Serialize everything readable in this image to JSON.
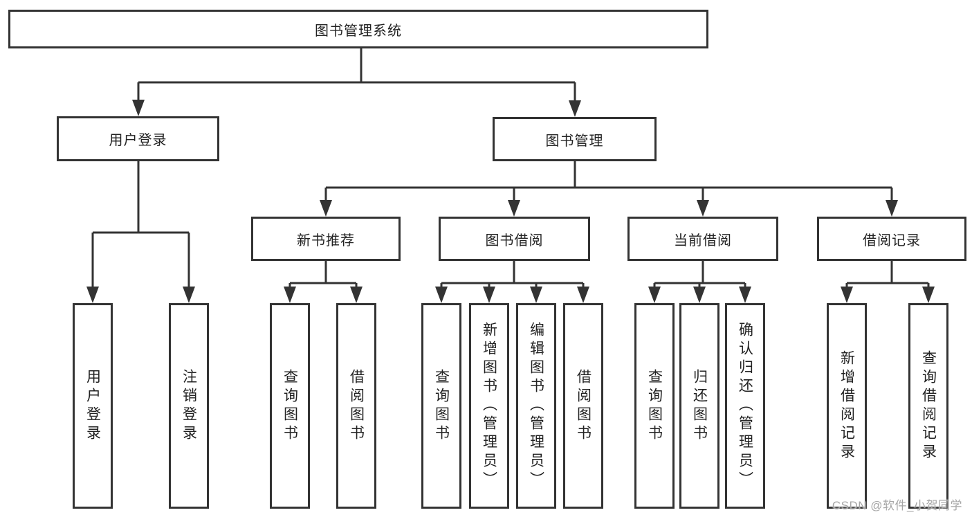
{
  "diagram": {
    "type": "hierarchy-tree",
    "colors": {
      "line": "#333333",
      "box_border": "#333333",
      "box_fill": "#ffffff",
      "text": "#222222",
      "watermark": "#a6a6a6",
      "background": "#ffffff"
    },
    "root": {
      "label": "图书管理系统"
    },
    "level1": [
      {
        "label": "用户登录",
        "parent": "图书管理系统"
      },
      {
        "label": "图书管理",
        "parent": "图书管理系统"
      }
    ],
    "level2": [
      {
        "label": "新书推荐",
        "parent": "图书管理"
      },
      {
        "label": "图书借阅",
        "parent": "图书管理"
      },
      {
        "label": "当前借阅",
        "parent": "图书管理"
      },
      {
        "label": "借阅记录",
        "parent": "图书管理"
      }
    ],
    "leaves": [
      {
        "label": "用户登录",
        "parent": "用户登录"
      },
      {
        "label": "注销登录",
        "parent": "用户登录"
      },
      {
        "label": "查询图书",
        "parent": "新书推荐"
      },
      {
        "label": "借阅图书",
        "parent": "新书推荐"
      },
      {
        "label": "查询图书",
        "parent": "图书借阅"
      },
      {
        "label": "新增图书（管理员）",
        "parent": "图书借阅"
      },
      {
        "label": "编辑图书（管理员）",
        "parent": "图书借阅"
      },
      {
        "label": "借阅图书",
        "parent": "图书借阅"
      },
      {
        "label": "查询图书",
        "parent": "当前借阅"
      },
      {
        "label": "归还图书",
        "parent": "当前借阅"
      },
      {
        "label": "确认归还（管理员）",
        "parent": "当前借阅"
      },
      {
        "label": "新增借阅记录",
        "parent": "借阅记录"
      },
      {
        "label": "查询借阅记录",
        "parent": "借阅记录"
      }
    ]
  },
  "watermark": {
    "text": "CSDN @软件_小贺同学"
  }
}
